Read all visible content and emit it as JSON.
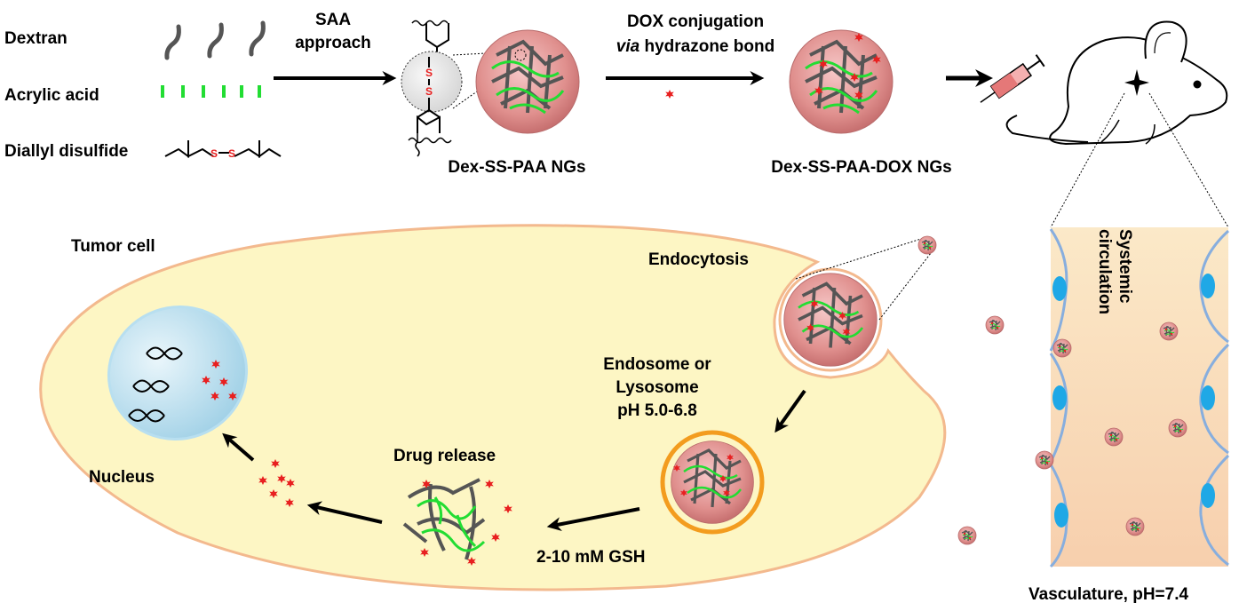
{
  "legend": {
    "dextran": "Dextran",
    "acrylic_acid": "Acrylic acid",
    "diallyl_disulfide": "Diallyl disulfide"
  },
  "steps": {
    "saa_line1": "SAA",
    "saa_line2": "approach",
    "dox_line1": "DOX conjugation",
    "dox_line2_italic": "via",
    "dox_line2_rest": " hydrazone bond"
  },
  "structure": {
    "bond_atom": "S"
  },
  "particles": {
    "ng": "Dex-SS-PAA NGs",
    "ng_dox": "Dex-SS-PAA-DOX NGs"
  },
  "cell": {
    "tumor_cell": "Tumor cell",
    "endocytosis": "Endocytosis",
    "endosome_line1": "Endosome or",
    "endosome_line2": "Lysosome",
    "endosome_line3": "pH 5.0-6.8",
    "drug_release": "Drug release",
    "gsh": "2-10 mM GSH",
    "nucleus": "Nucleus"
  },
  "vessel": {
    "systemic_line1": "Systemic",
    "systemic_line2": "circulation",
    "vasculature": "Vasculature, pH=7.4"
  },
  "colors": {
    "cell_fill": "#fdf6c4",
    "cell_stroke": "#f3b98e",
    "particle": "#d9868a",
    "polymer": "#555555",
    "acrylic": "#22dd33",
    "dox": "#e82020",
    "nucleus": "#a9d6ea",
    "endosome_ring": "#f39c1e",
    "vessel_bg": "#f8d8b8",
    "endothelium": "#87aede",
    "endo_nucleus": "#1fa8e6"
  },
  "icons": [
    "syringe-icon",
    "mouse-icon",
    "dna-icon",
    "dox-star-icon",
    "arrow-icon",
    "injection-site-icon"
  ]
}
